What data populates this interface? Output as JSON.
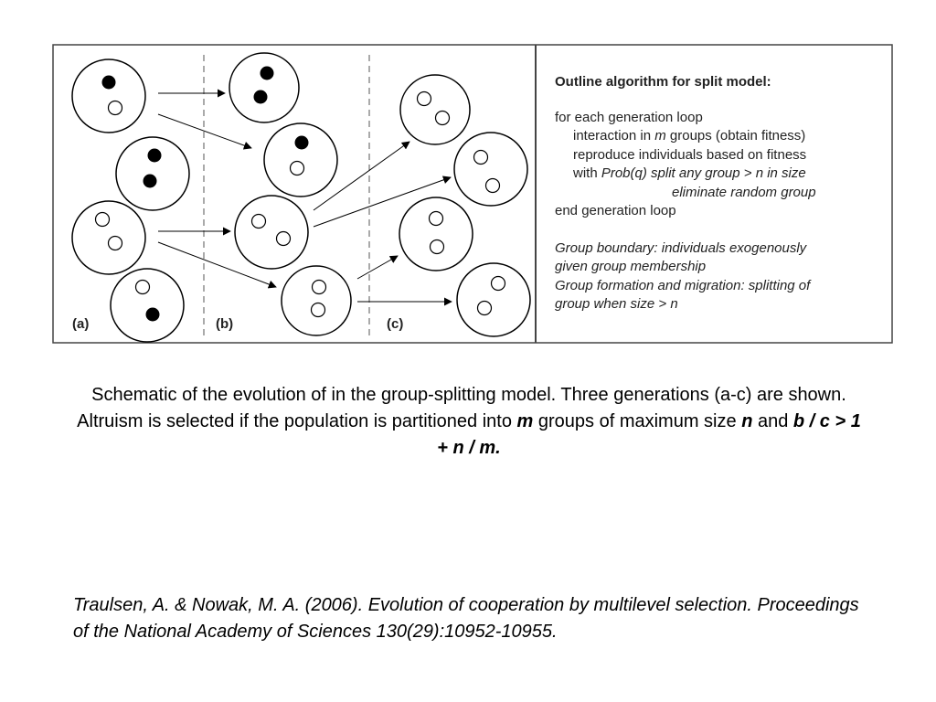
{
  "panel_labels": [
    "(a)",
    "(b)",
    "(c)"
  ],
  "algorithm": {
    "title": "Outline algorithm for split model:",
    "loop_start": "for each generation loop",
    "step1_pre": "interaction in ",
    "step1_var": "m",
    "step1_post": " groups (obtain fitness)",
    "step2": "reproduce individuals based on fitness",
    "step3_pre": "with ",
    "step3_prob": "Prob(q)",
    "step3_mid": " split any group > ",
    "step3_var": "n",
    "step3_post": " in size",
    "step4": "eliminate random group",
    "loop_end": "end generation loop",
    "note1a": "Group boundary: individuals exogenously",
    "note1b": "given group membership",
    "note2a": "Group formation and migration: splitting of",
    "note2b_pre": "group when size > ",
    "note2b_var": "n"
  },
  "caption": {
    "part1": "Schematic of the evolution of in the group-splitting model. Three generations (a-c) are shown. Altruism is selected if the population is partitioned into ",
    "m": "m",
    "part2": " groups of maximum size ",
    "n": "n",
    "part3": " and ",
    "formula": "b / c > 1 + n / m."
  },
  "citation": "Traulsen, A. & Nowak, M. A. (2006). Evolution of cooperation by multilevel selection. Proceedings of the National Academy of Sciences 130(29):10952-10955."
}
